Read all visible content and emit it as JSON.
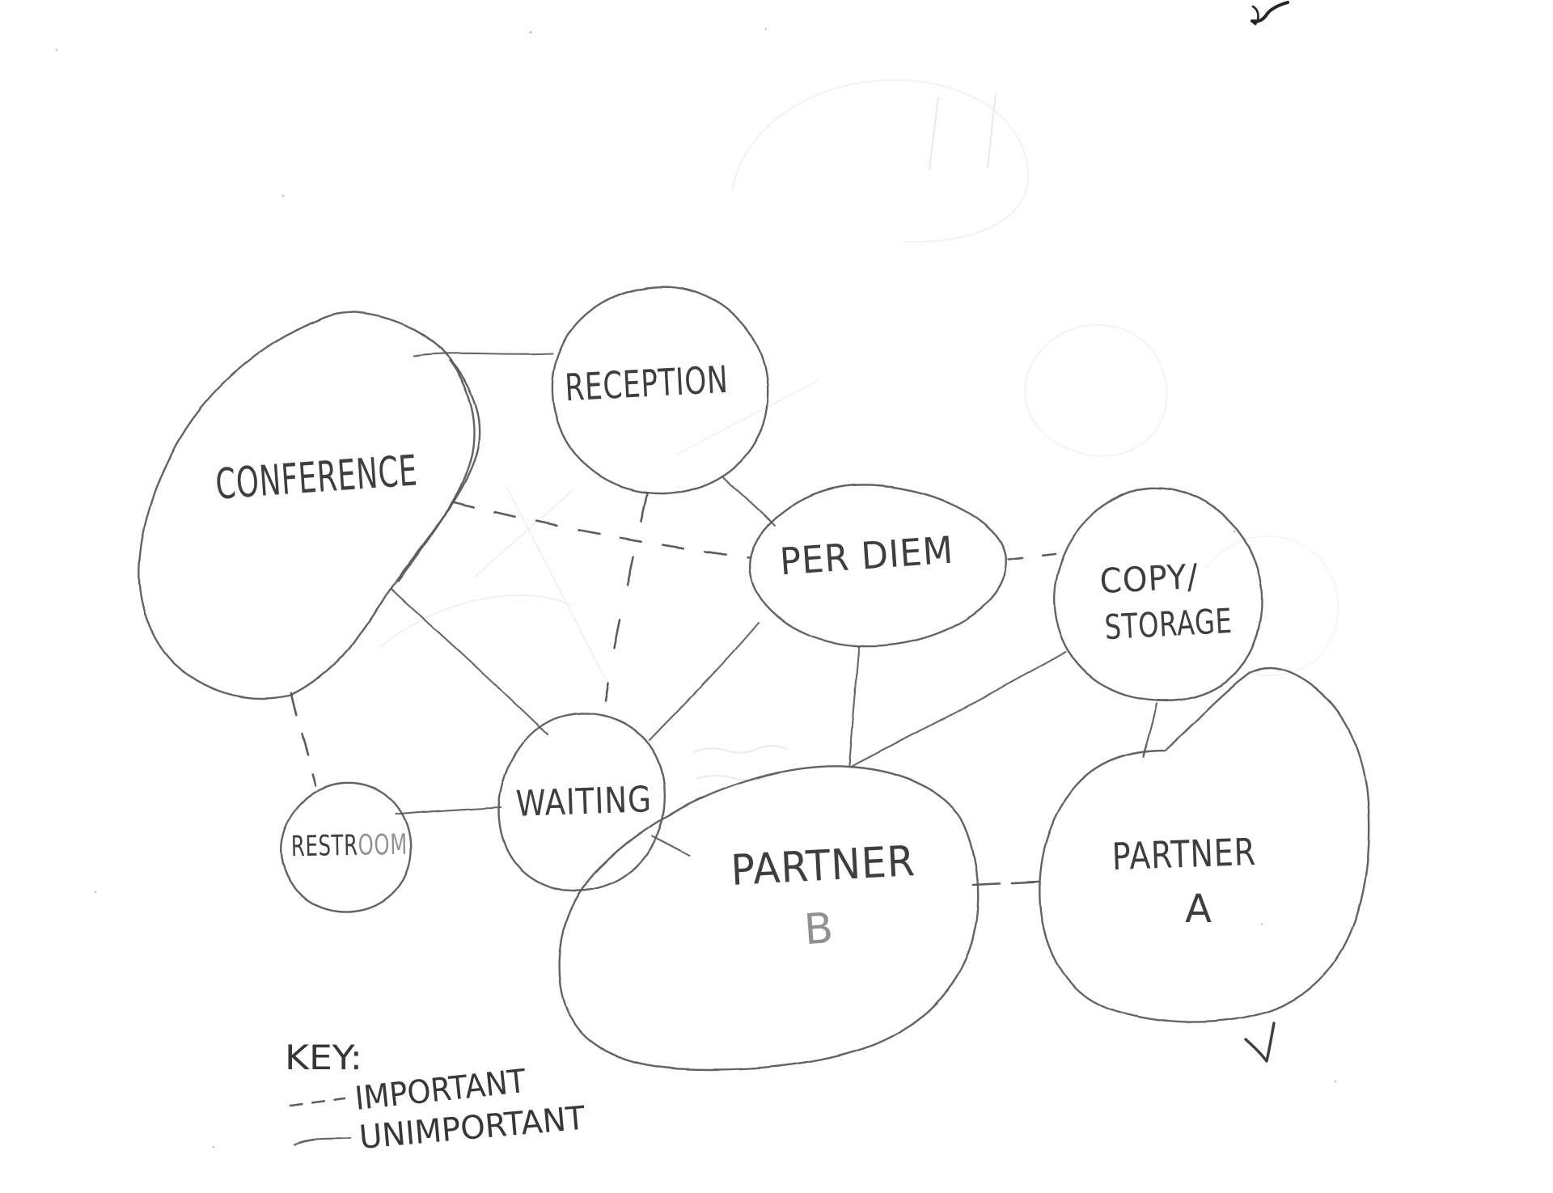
{
  "diagram": {
    "rooms": [
      {
        "id": "conference",
        "label": "CONFERENCE"
      },
      {
        "id": "reception",
        "label": "RECEPTION"
      },
      {
        "id": "per-diem",
        "label": "PER DIEM"
      },
      {
        "id": "copy-storage",
        "label_line1": "COPY/",
        "label_line2": "STORAGE"
      },
      {
        "id": "waiting",
        "label": "WAITING"
      },
      {
        "id": "restroom",
        "label_dark": "RESTR",
        "label_light": "OOM"
      },
      {
        "id": "partner-b",
        "label_line1": "PARTNER",
        "label_line2": "B"
      },
      {
        "id": "partner-a",
        "label_line1": "PARTNER",
        "label_line2": "A"
      }
    ],
    "edges": [
      {
        "from": "CONFERENCE",
        "to": "RECEPTION",
        "importance": "unimportant",
        "style": "solid"
      },
      {
        "from": "CONFERENCE",
        "to": "PER DIEM",
        "importance": "important",
        "style": "dashed"
      },
      {
        "from": "CONFERENCE",
        "to": "WAITING",
        "importance": "unimportant",
        "style": "solid"
      },
      {
        "from": "CONFERENCE",
        "to": "RESTROOM",
        "importance": "important",
        "style": "dashed"
      },
      {
        "from": "RECEPTION",
        "to": "PER DIEM",
        "importance": "unimportant",
        "style": "solid"
      },
      {
        "from": "RECEPTION",
        "to": "WAITING",
        "importance": "important",
        "style": "dashed"
      },
      {
        "from": "RESTROOM",
        "to": "WAITING",
        "importance": "unimportant",
        "style": "solid"
      },
      {
        "from": "PER DIEM",
        "to": "WAITING",
        "importance": "unimportant",
        "style": "solid"
      },
      {
        "from": "PER DIEM",
        "to": "PARTNER B",
        "importance": "unimportant",
        "style": "solid"
      },
      {
        "from": "PER DIEM",
        "to": "COPY/STORAGE",
        "importance": "important",
        "style": "dashed"
      },
      {
        "from": "COPY/STORAGE",
        "to": "PARTNER B",
        "importance": "unimportant",
        "style": "solid"
      },
      {
        "from": "COPY/STORAGE",
        "to": "PARTNER A",
        "importance": "unimportant",
        "style": "solid"
      },
      {
        "from": "WAITING",
        "to": "PARTNER B",
        "importance": "unimportant",
        "style": "solid"
      },
      {
        "from": "PARTNER B",
        "to": "PARTNER A",
        "importance": "important",
        "style": "dashed"
      }
    ],
    "key": {
      "title": "KEY:",
      "important_label": "IMPORTANT",
      "unimportant_label": "UNIMPORTANT",
      "important_style": "dashed",
      "unimportant_style": "solid"
    },
    "colors": {
      "pencil": "#575757",
      "text": "#3e3e3e",
      "light_pencil": "#919191",
      "ink": "#23232b",
      "paper": "#ffffff"
    }
  }
}
